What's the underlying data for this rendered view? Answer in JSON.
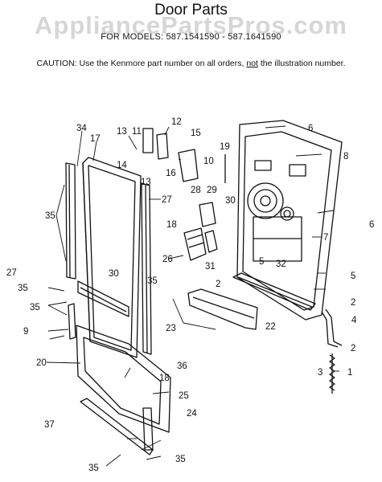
{
  "watermark": "AppliancePartsPros.com",
  "title": "Door Parts",
  "models": "FOR MODELS:  587.1541590  -  587.1641590",
  "caution": {
    "prefix": "CAUTION:  Use the Kenmore part number on all orders, ",
    "emphasis": "not",
    "suffix": " the illustration number."
  },
  "callouts": [
    "34",
    "17",
    "13",
    "11",
    "12",
    "15",
    "6",
    "19",
    "10",
    "8",
    "14",
    "16",
    "13",
    "27",
    "28",
    "29",
    "30",
    "18",
    "6",
    "35",
    "7",
    "26",
    "31",
    "27",
    "2",
    "5",
    "32",
    "5",
    "30",
    "35",
    "35",
    "35",
    "2",
    "9",
    "23",
    "22",
    "4",
    "2",
    "20",
    "36",
    "18",
    "3",
    "1",
    "25",
    "37",
    "24",
    "35",
    "35"
  ]
}
